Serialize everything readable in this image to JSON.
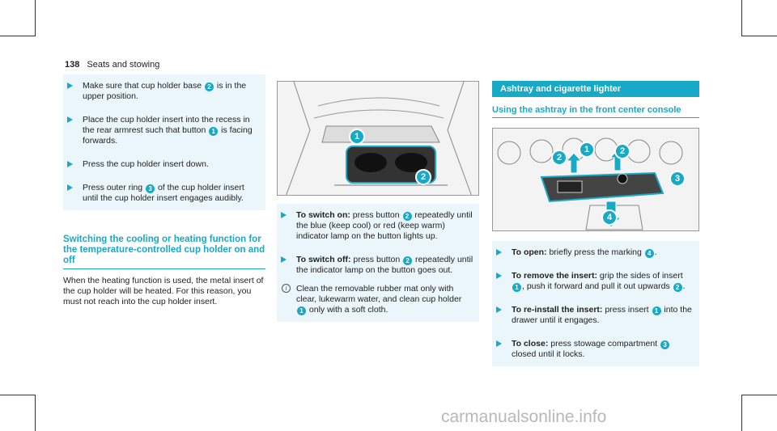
{
  "header": {
    "page_number": "138",
    "section": "Seats and stowing"
  },
  "col1": {
    "steps": [
      {
        "pre": "Make sure that cup holder base ",
        "badge": "2",
        "post": " is in the upper position."
      },
      {
        "pre": "Place the cup holder insert into the recess in the rear armrest such that button ",
        "badge": "1",
        "post": " is facing forwards."
      },
      {
        "pre": "Press the cup holder insert down.",
        "badge": "",
        "post": ""
      },
      {
        "pre": "Press outer ring ",
        "badge": "3",
        "post": " of the cup holder insert until the cup holder insert engages audibly."
      }
    ],
    "section_title": "Switching the cooling or heating function for the temperature-controlled cup holder on and off",
    "paragraph": "When the heating function is used, the metal insert of the cup holder will be heated. For this reason, you must not reach into the cup holder insert."
  },
  "col2": {
    "figure_callouts": [
      "1",
      "2"
    ],
    "steps": [
      {
        "label": "To switch on:",
        "pre": " press button ",
        "badge": "2",
        "post": " repeatedly until the blue (keep cool) or red (keep warm) indicator lamp on the button lights up."
      },
      {
        "label": "To switch off:",
        "pre": " press button ",
        "badge": "2",
        "post": " repeatedly until the indicator lamp on the button goes out."
      }
    ],
    "note": {
      "icon": "i",
      "pre": "Clean the removable rubber mat only with clear, lukewarm water, and clean cup holder ",
      "badge": "1",
      "post": " only with a soft cloth."
    }
  },
  "col3": {
    "bar_title": "Ashtray and cigarette lighter",
    "subtitle": "Using the ashtray in the front center console",
    "figure_callouts": [
      "2",
      "1",
      "2",
      "3",
      "4"
    ],
    "steps": [
      {
        "label": "To open:",
        "pre": " briefly press the marking ",
        "badge": "4",
        "post": "."
      },
      {
        "label": "To remove the insert:",
        "pre": " grip the sides of insert ",
        "badge": "1",
        "mid": ", push it forward and pull it out upwards ",
        "badge2": "2",
        "post": "."
      },
      {
        "label": "To re-install the insert:",
        "pre": " press insert ",
        "badge": "1",
        "post": " into the drawer until it engages."
      },
      {
        "label": "To close:",
        "pre": " press stowage compartment ",
        "badge": "3",
        "post": " closed until it locks."
      }
    ]
  },
  "watermark": "carmanualsonline.info",
  "colors": {
    "accent": "#18a9c6",
    "step_bg": "#eaf6f9"
  }
}
